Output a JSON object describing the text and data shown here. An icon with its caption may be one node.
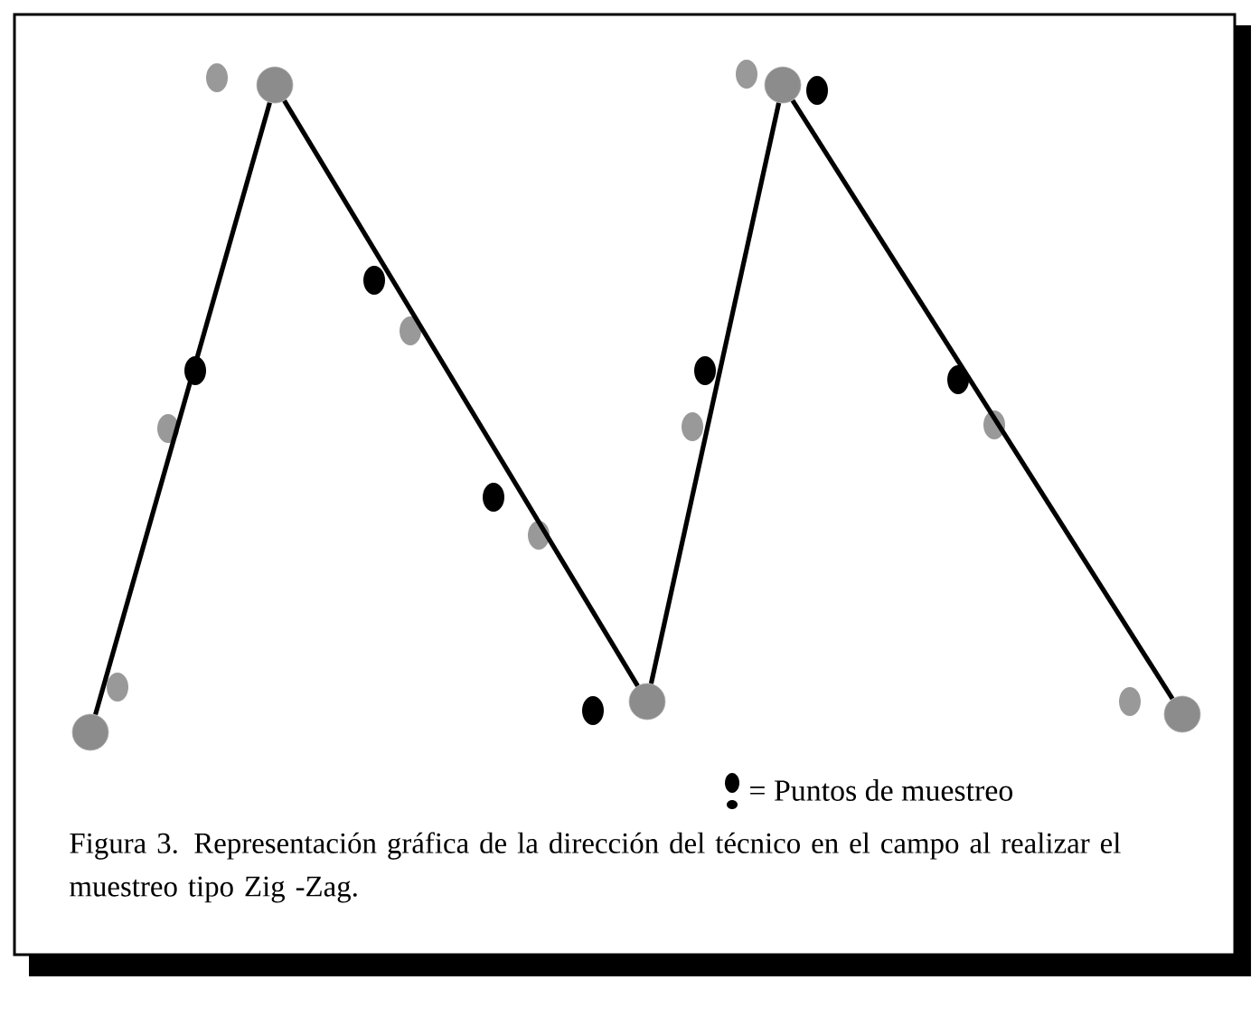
{
  "diagram": {
    "caption": "Figura 3. Representación gráfica de la dirección del técnico en el campo al realizar el muestreo tipo Zig -Zag.",
    "nodes": [
      {
        "text": [],
        "shape": "circle"
      },
      {
        "text": [],
        "shape": "circle"
      },
      {
        "text": [],
        "shape": "circle"
      },
      {
        "text": [],
        "shape": "circle"
      },
      {
        "text": [],
        "shape": "circle"
      }
    ],
    "edges": [
      {
        "from": 0,
        "to": 1,
        "arrow": "none"
      },
      {
        "from": 1,
        "to": 2,
        "arrow": "none"
      },
      {
        "from": 2,
        "to": 3,
        "arrow": "none"
      },
      {
        "from": 3,
        "to": 4,
        "arrow": "none"
      }
    ],
    "legend": [
      {
        "text": "= Puntos de muestreo"
      }
    ]
  }
}
